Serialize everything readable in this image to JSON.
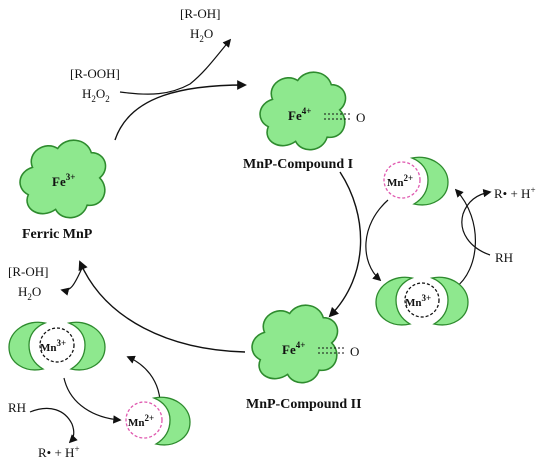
{
  "colors": {
    "enzyme_fill": "#8ee88e",
    "enzyme_stroke": "#2e8b2e",
    "mn_dashed": "#e05ab0",
    "arrow": "#111111"
  },
  "labels": {
    "ferric": {
      "ion": "Fe",
      "charge": "3+",
      "name": "Ferric MnP"
    },
    "compound1": {
      "ion": "Fe",
      "charge": "4+",
      "oxo": "O",
      "name": "MnP-Compound I"
    },
    "compound2": {
      "ion": "Fe",
      "charge": "4+",
      "oxo": "O",
      "name": "MnP-Compound II"
    },
    "top_product_1": "[R-OH]",
    "top_product_2_main": "H",
    "top_product_2_sub": "2",
    "top_product_2_end": "O",
    "top_input_1": "[R-OOH]",
    "top_input_2_a": "H",
    "top_input_2_b": "2",
    "top_input_2_c": "O",
    "top_input_2_d": "2",
    "left_product_1": "[R-OH]",
    "left_product_2_main": "H",
    "left_product_2_sub": "2",
    "left_product_2_end": "O",
    "right_radical": "R• + H",
    "right_radical_sup": "+",
    "right_rh": "RH",
    "bottom_rh": "RH",
    "bottom_radical": "R• + H",
    "bottom_radical_sup": "+",
    "mn2": {
      "ion": "Mn",
      "charge": "2+"
    },
    "mn3": {
      "ion": "Mn",
      "charge": "3+"
    }
  }
}
